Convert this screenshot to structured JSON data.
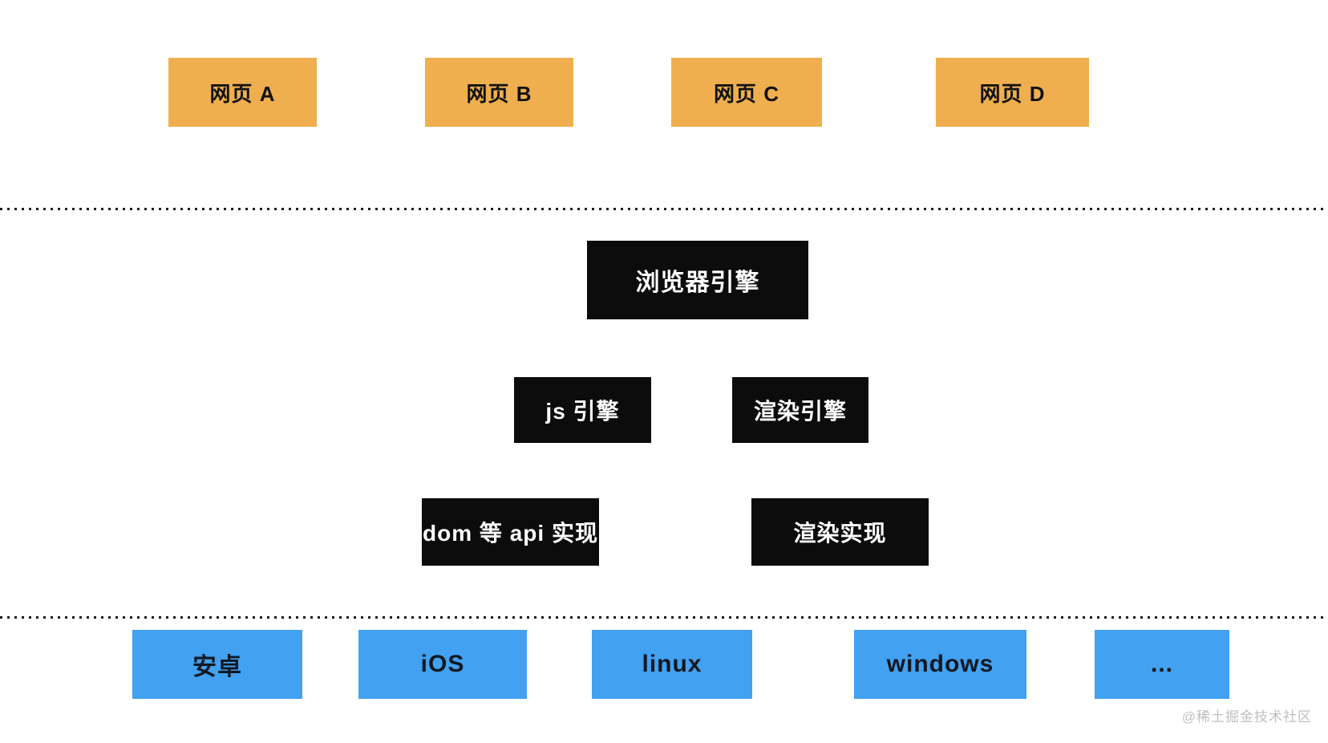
{
  "diagram": {
    "title_hint": "browser-architecture-layers",
    "web_pages": [
      {
        "label": "网页 A"
      },
      {
        "label": "网页 B"
      },
      {
        "label": "网页 C"
      },
      {
        "label": "网页 D"
      }
    ],
    "browser_engine": {
      "label": "浏览器引擎"
    },
    "engines": [
      {
        "label": "js 引擎"
      },
      {
        "label": "渲染引擎"
      }
    ],
    "implementations": [
      {
        "label": "dom 等 api 实现"
      },
      {
        "label": "渲染实现"
      }
    ],
    "platforms": [
      {
        "label": "安卓"
      },
      {
        "label": "iOS"
      },
      {
        "label": "linux"
      },
      {
        "label": "windows"
      },
      {
        "label": "..."
      }
    ],
    "watermark": "@稀土掘金技术社区",
    "colors": {
      "web_page_bg": "#efaf4f",
      "engine_bg": "#0c0c0c",
      "engine_text": "#ffffff",
      "platform_bg": "#42a1f1",
      "box_text": "#111111",
      "divider": "#1a1a1a",
      "watermark_text": "#bfbfbf",
      "background": "#ffffff"
    }
  }
}
